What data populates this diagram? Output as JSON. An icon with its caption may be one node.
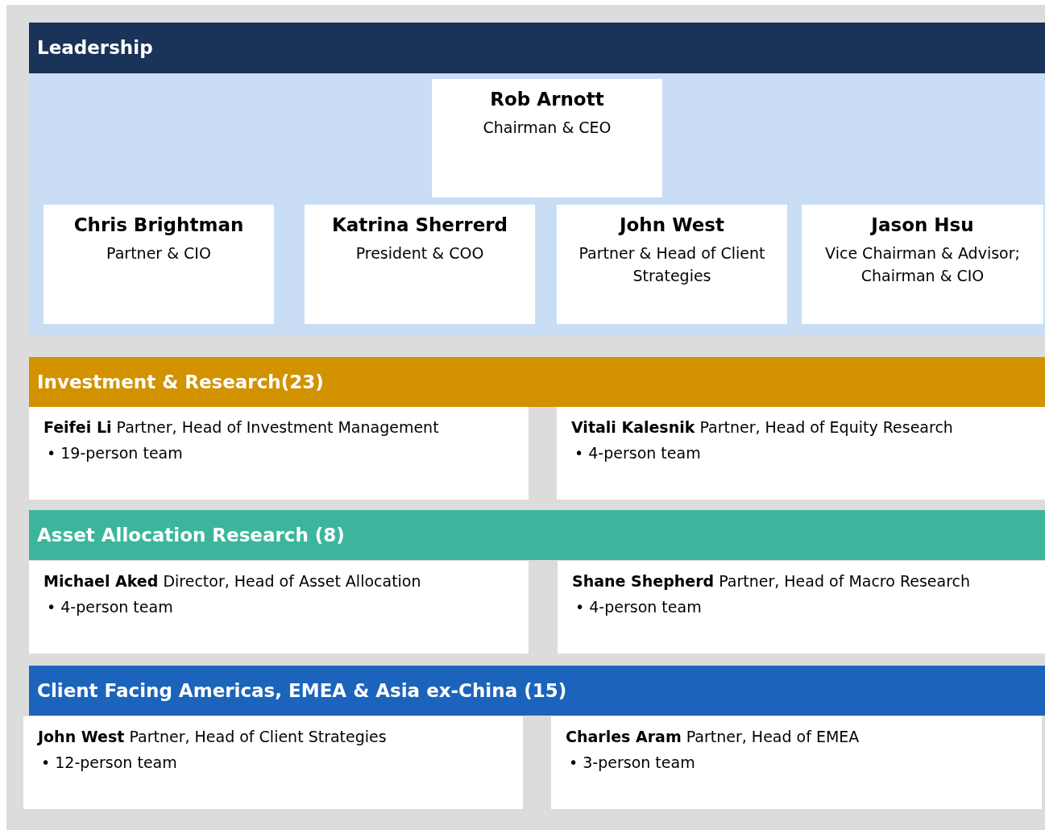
{
  "diagram": {
    "nodes": [
      {
        "text": [
          "Leadership"
        ]
      },
      {
        "text": [
          "Rob Arnott",
          "Chairman & CEO"
        ],
        "in": 0
      },
      {
        "text": [
          "Chris Brightman",
          "Partner & CIO"
        ],
        "in": 0
      },
      {
        "text": [
          "Katrina Sherrerd",
          "President & COO"
        ],
        "in": 0
      },
      {
        "text": [
          "John West",
          "Partner & Head of Client Strategies"
        ],
        "in": 0
      },
      {
        "text": [
          "Jason Hsu",
          "Vice Chairman & Advisor; Chairman & CIO"
        ],
        "in": 0
      },
      {
        "text": [
          "Investment & Research(23)"
        ]
      },
      {
        "text": [
          "**Feifei Li** Partner, Head of Investment Management",
          "• 19-person team"
        ]
      },
      {
        "text": [
          "**Vitali Kalesnik** Partner, Head of Equity Research",
          "• 4-person team"
        ]
      },
      {
        "text": [
          "Asset Allocation Research (8)"
        ]
      },
      {
        "text": [
          "**Michael Aked** Director, Head of Asset Allocation",
          "• 4-person team"
        ]
      },
      {
        "text": [
          "**Shane Shepherd** Partner, Head of Macro Research",
          "• 4-person team"
        ]
      },
      {
        "text": [
          "Client Facing Americas, EMEA & Asia ex-China (15)"
        ]
      },
      {
        "text": [
          "**John West** Partner, Head of Client Strategies",
          "• 12-person team"
        ]
      },
      {
        "text": [
          "**Charles Aram** Partner, Head of EMEA",
          "• 3-person team"
        ]
      }
    ]
  }
}
